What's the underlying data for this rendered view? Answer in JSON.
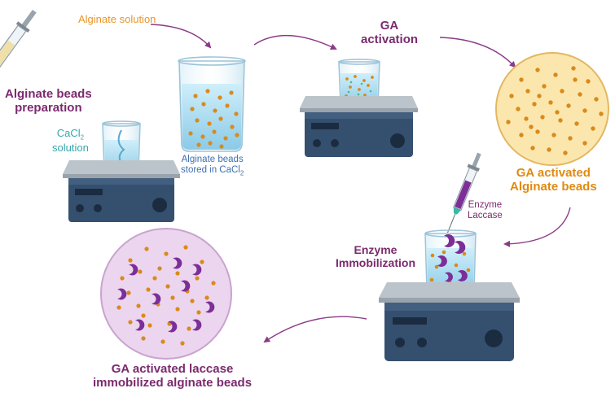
{
  "labels": {
    "alginate_solution": "Alginate solution",
    "alginate_prep_line1": "Alginate beads",
    "alginate_prep_line2": "preparation",
    "cacl_prefix": "CaCl",
    "cacl_sub": "2",
    "cacl_line2": "solution",
    "stored_line1": "Alginate beads",
    "stored_prefix": "stored in CaCl",
    "stored_sub": "2",
    "ga_line1": "GA",
    "ga_line2": "activation",
    "ga_beads_line1": "GA activated",
    "ga_beads_line2": "Alginate beads",
    "enzyme_line1": "Enzyme",
    "enzyme_line2": "Laccase",
    "immob_line1": "Enzyme",
    "immob_line2": "Immobilization",
    "final_line1": "GA activated laccase",
    "final_line2": "immobilized alginate beads"
  },
  "colors": {
    "purple_text": "#7b2a6e",
    "orange_text": "#e08a12",
    "teal_text": "#34a7ad",
    "blue_text": "#3f6fb0",
    "arrow": "#8a3c86",
    "stirrer_body": "#35506f",
    "stirrer_plate": "#b8c0c7",
    "bead": "#d98a1c",
    "enzyme": "#7c2f97",
    "water": "#a8d9ef",
    "circle_orange_fill": "#fbe7ae",
    "circle_purple_fill": "#ecd5ee"
  },
  "icons": [
    "syringe-icon",
    "beaker-icon",
    "magnetic-stirrer-icon",
    "petri-circle-icon",
    "enzyme-icon",
    "curved-arrow-icon"
  ]
}
